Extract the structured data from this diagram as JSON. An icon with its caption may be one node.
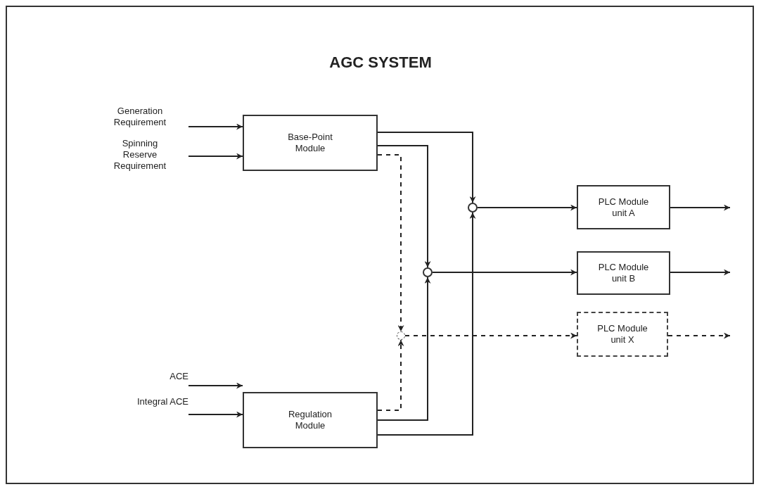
{
  "diagram": {
    "title": "AGC SYSTEM",
    "nodes": [
      {
        "text": [
          "Generation Requirement"
        ]
      },
      {
        "text": [
          "Spinning Reserve Requirement"
        ]
      },
      {
        "text": [
          "Base-Point Module"
        ]
      },
      {
        "text": [
          "ACE"
        ]
      },
      {
        "text": [
          "Integral ACE"
        ]
      },
      {
        "text": [
          "Regulation Module"
        ]
      },
      {
        "text": [],
        "shape": "circle"
      },
      {
        "text": [],
        "shape": "circle"
      },
      {
        "text": [],
        "shape": "circle"
      },
      {
        "text": [
          "PLC Module unit A"
        ]
      },
      {
        "text": [
          "PLC Module unit B"
        ]
      },
      {
        "text": [
          "PLC Module unit X"
        ]
      }
    ],
    "edges": [
      {
        "from": 0,
        "to": 2,
        "arrow": "to"
      },
      {
        "from": 1,
        "to": 2,
        "arrow": "to"
      },
      {
        "from": 3,
        "to": 5,
        "arrow": "to"
      },
      {
        "from": 4,
        "to": 5,
        "arrow": "to"
      },
      {
        "from": 2,
        "to": 6,
        "arrow": "to"
      },
      {
        "from": 2,
        "to": 7,
        "arrow": "to"
      },
      {
        "from": 2,
        "to": 8,
        "arrow": "to",
        "style": "dashed"
      },
      {
        "from": 5,
        "to": 8,
        "arrow": "to",
        "style": "dashed"
      },
      {
        "from": 5,
        "to": 7,
        "arrow": "to"
      },
      {
        "from": 5,
        "to": 6,
        "arrow": "to"
      },
      {
        "from": 6,
        "to": 9,
        "arrow": "to"
      },
      {
        "from": 7,
        "to": 10,
        "arrow": "to"
      },
      {
        "from": 8,
        "to": 11,
        "arrow": "to",
        "style": "dashed"
      },
      {
        "from": 9,
        "to": null,
        "arrow": "to"
      },
      {
        "from": 10,
        "to": null,
        "arrow": "to"
      },
      {
        "from": 11,
        "to": null,
        "arrow": "to",
        "style": "dashed"
      }
    ]
  }
}
